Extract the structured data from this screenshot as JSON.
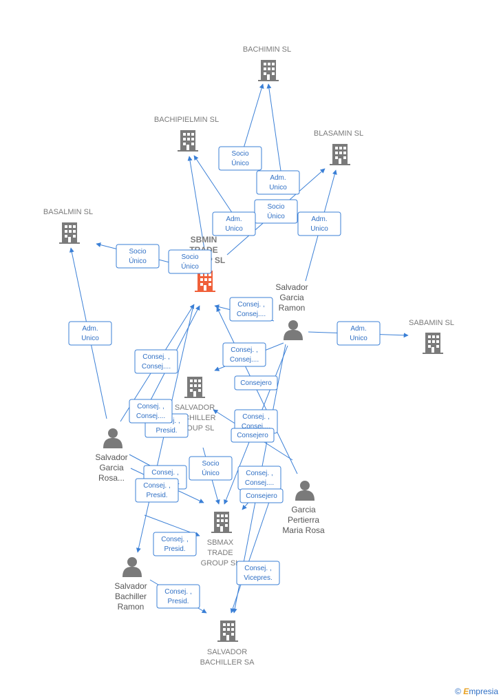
{
  "nodes": [
    {
      "id": "bachimin",
      "type": "company",
      "label": [
        "BACHIMIN SL"
      ]
    },
    {
      "id": "bachipielmin",
      "type": "company",
      "label": [
        "BACHIPIELMIN SL"
      ]
    },
    {
      "id": "blasamin",
      "type": "company",
      "label": [
        "BLASAMIN  SL"
      ]
    },
    {
      "id": "basalmin",
      "type": "company",
      "label": [
        "BASALMIN  SL"
      ]
    },
    {
      "id": "sbmin",
      "type": "focus",
      "label": [
        "SBMIN",
        "TRADE",
        "GROUP  SL"
      ]
    },
    {
      "id": "sabamin",
      "type": "company",
      "label": [
        "SABAMIN SL"
      ]
    },
    {
      "id": "sbgroup",
      "type": "company",
      "label": [
        "SALVADOR",
        "BACHILLER",
        "GROUP  SL"
      ]
    },
    {
      "id": "sbmax",
      "type": "company",
      "label": [
        "SBMAX",
        "TRADE",
        "GROUP  SL"
      ]
    },
    {
      "id": "sbsa",
      "type": "company",
      "label": [
        "SALVADOR",
        "BACHILLER SA"
      ]
    },
    {
      "id": "sgr",
      "type": "person",
      "label": [
        "Salvador",
        "Garcia",
        "Ramon"
      ]
    },
    {
      "id": "sgrosa",
      "type": "person",
      "label": [
        "Salvador",
        "Garcia",
        "Rosa..."
      ]
    },
    {
      "id": "gpmr",
      "type": "person",
      "label": [
        "Garcia",
        "Pertierra",
        "Maria Rosa"
      ]
    },
    {
      "id": "sbr",
      "type": "person",
      "label": [
        "Salvador",
        "Bachiller",
        "Ramon"
      ]
    }
  ],
  "edge_labels": [
    [
      "Socio",
      "Único"
    ],
    [
      "Adm.",
      "Unico"
    ],
    [
      "Socio",
      "Único"
    ],
    [
      "Adm.",
      "Unico"
    ],
    [
      "Adm.",
      "Unico"
    ],
    [
      "Socio",
      "Único"
    ],
    [
      "Socio",
      "Único"
    ],
    [
      "Adm.",
      "Unico"
    ],
    [
      "Consej. ,",
      "Consej...."
    ],
    [
      "Adm.",
      "Unico"
    ],
    [
      "Consej. ,",
      "Consej...."
    ],
    [
      "Consej. ,",
      "Consej...."
    ],
    [
      "Consejero"
    ],
    [
      "Consej. ,",
      "Consej...."
    ],
    [
      "Consej. ,",
      "Presid."
    ],
    [
      "Consej. ,",
      "Consej...."
    ],
    [
      "Consejero"
    ],
    [
      "Socio",
      "Único"
    ],
    [
      "Consej. ,",
      "Consej...."
    ],
    [
      "Consej. ,",
      "Consej...."
    ],
    [
      "Consej. ,",
      "Presid."
    ],
    [
      "Consejero"
    ],
    [
      "Consej. ,",
      "Presid."
    ],
    [
      "Consej. ,",
      "Vicepres."
    ],
    [
      "Consej. ,",
      "Presid."
    ]
  ],
  "colors": {
    "edge": "#3a7fd6",
    "company_icon": "#7a7a7a",
    "focus_icon": "#f0603a",
    "person_icon": "#7a7a7a"
  },
  "footer": {
    "copyright": "©",
    "brand": "mpresia",
    "brand_initial": "E"
  }
}
